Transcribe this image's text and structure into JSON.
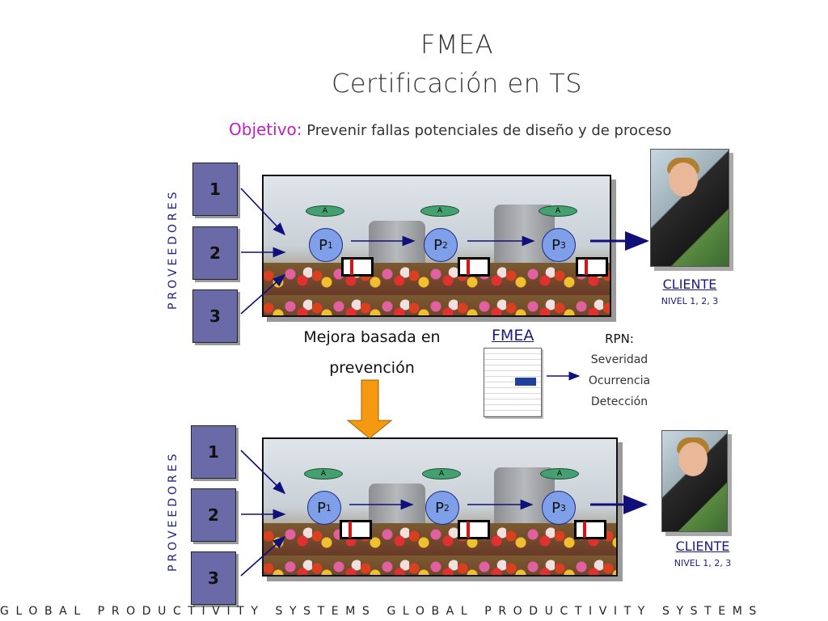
{
  "title": {
    "line1": "FMEA",
    "line2": "Certificación en TS"
  },
  "objective": {
    "keyword": "Objetivo:",
    "text": "Prevenir fallas potenciales de diseño y de proceso"
  },
  "suppliers": {
    "label": "PROVEEDORES",
    "items": [
      "1",
      "2",
      "3"
    ]
  },
  "process": {
    "oval_label": "A",
    "steps": [
      {
        "p": "P",
        "sub": "1"
      },
      {
        "p": "P",
        "sub": "2"
      },
      {
        "p": "P",
        "sub": "3"
      }
    ]
  },
  "customer": {
    "label": "CLIENTE",
    "level": "NIVEL 1, 2, 3"
  },
  "improvement": {
    "line1": "Mejora basada en",
    "line2": "prevención"
  },
  "fmea_label": "FMEA",
  "rpn": {
    "title": "RPN:",
    "items": [
      "Severidad",
      "Ocurrencia",
      "Detección"
    ]
  },
  "footer": "GLOBAL PRODUCTIVITY SYSTEMS GLOBAL PRODUCTIVITY SYSTEMS",
  "colors": {
    "supplier_box": "#6a6aa8",
    "arrow": "#10107a",
    "process": "#7fa0e8",
    "gauge_mark": "#e01010",
    "down_arrow": "#f59a10"
  }
}
